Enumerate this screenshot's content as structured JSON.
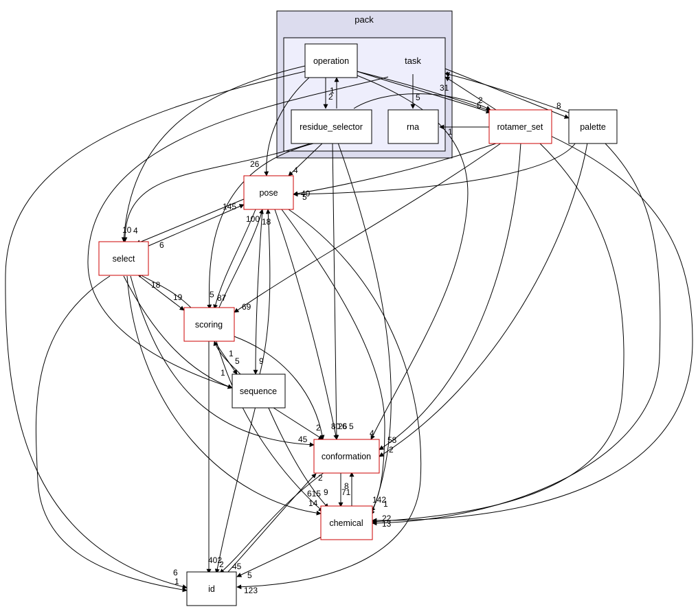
{
  "clusters": {
    "outer": {
      "label": "pack"
    },
    "inner": {
      "label": "task"
    }
  },
  "nodes": {
    "operation": {
      "label": "operation"
    },
    "residue_selector": {
      "label": "residue_selector"
    },
    "rna": {
      "label": "rna"
    },
    "rotamer_set": {
      "label": "rotamer_set"
    },
    "palette": {
      "label": "palette"
    },
    "pose": {
      "label": "pose"
    },
    "select": {
      "label": "select"
    },
    "scoring": {
      "label": "scoring"
    },
    "sequence": {
      "label": "sequence"
    },
    "conformation": {
      "label": "conformation"
    },
    "chemical": {
      "label": "chemical"
    },
    "id": {
      "label": "id"
    }
  },
  "edge_labels": [
    "1",
    "2",
    "5",
    "31",
    "2",
    "5",
    "1",
    "8",
    "1",
    "26",
    "4",
    "10",
    "4",
    "145",
    "6",
    "100",
    "18",
    "5",
    "87",
    "69",
    "18",
    "19",
    "1",
    "5",
    "9",
    "1",
    "2",
    "80",
    "26",
    "6",
    "5",
    "4",
    "58",
    "2",
    "45",
    "2",
    "8",
    "71",
    "615",
    "9",
    "142",
    "1",
    "22",
    "13",
    "14",
    "40",
    "5",
    "402",
    "2",
    "45",
    "5",
    "123",
    "6",
    "1"
  ]
}
